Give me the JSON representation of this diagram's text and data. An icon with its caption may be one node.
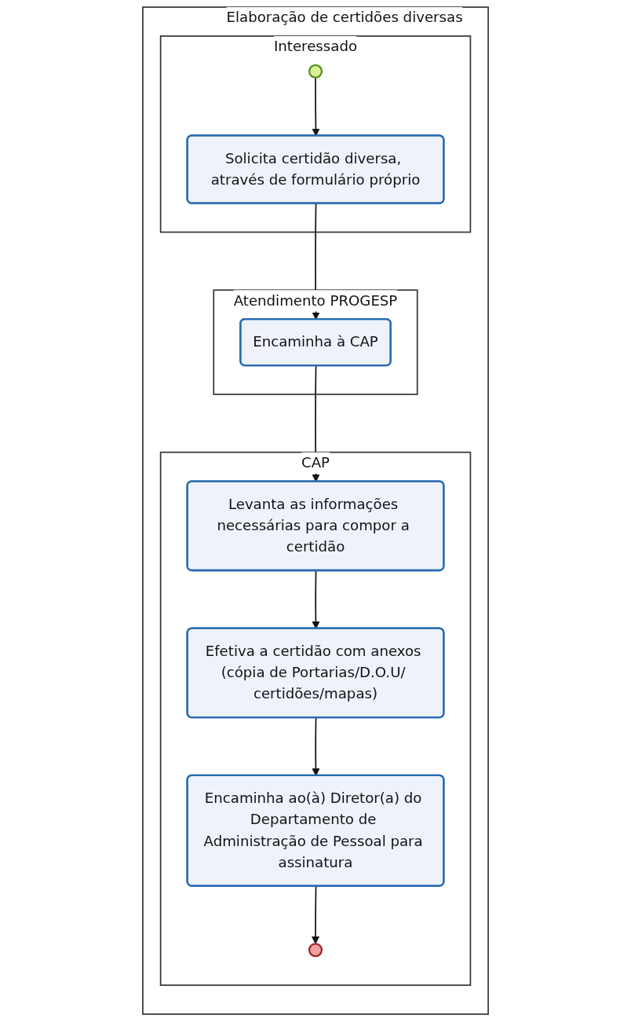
{
  "diagram": {
    "nodes": [
      {
        "text": [
          "Elaboração de  certidões diversas"
        ]
      },
      {
        "text": [
          "Interessado"
        ],
        "in": 0
      },
      {
        "text": [],
        "shape": "circle",
        "in": 1
      },
      {
        "text": [
          "Solicita certidão diversa, através de formulário próprio"
        ],
        "in": 1
      },
      {
        "text": [
          "Atendimento PROGESP"
        ],
        "in": 0
      },
      {
        "text": [
          "Encaminha à CAP"
        ],
        "in": 4
      },
      {
        "text": [
          "CAP"
        ],
        "in": 0
      },
      {
        "text": [
          "Levanta as informações necessárias para compor a certidão"
        ],
        "in": 6
      },
      {
        "text": [
          "Efetiva a certidão com anexos (cópia de Portarias/D.O.U/ certidões/mapas)"
        ],
        "in": 6
      },
      {
        "text": [
          "Encaminha ao(à) Diretor(a) do Departamento de Administração de Pessoal para assinatura"
        ],
        "in": 6
      },
      {
        "text": [],
        "shape": "circle",
        "in": 6
      }
    ],
    "edges": [
      {
        "from": 2,
        "to": 3,
        "arrow": "to"
      },
      {
        "from": 3,
        "to": 5,
        "arrow": "to"
      },
      {
        "from": 5,
        "to": 7,
        "arrow": "to"
      },
      {
        "from": 7,
        "to": 8,
        "arrow": "to"
      },
      {
        "from": 8,
        "to": 9,
        "arrow": "to"
      },
      {
        "from": 9,
        "to": 10,
        "arrow": "to"
      }
    ]
  }
}
